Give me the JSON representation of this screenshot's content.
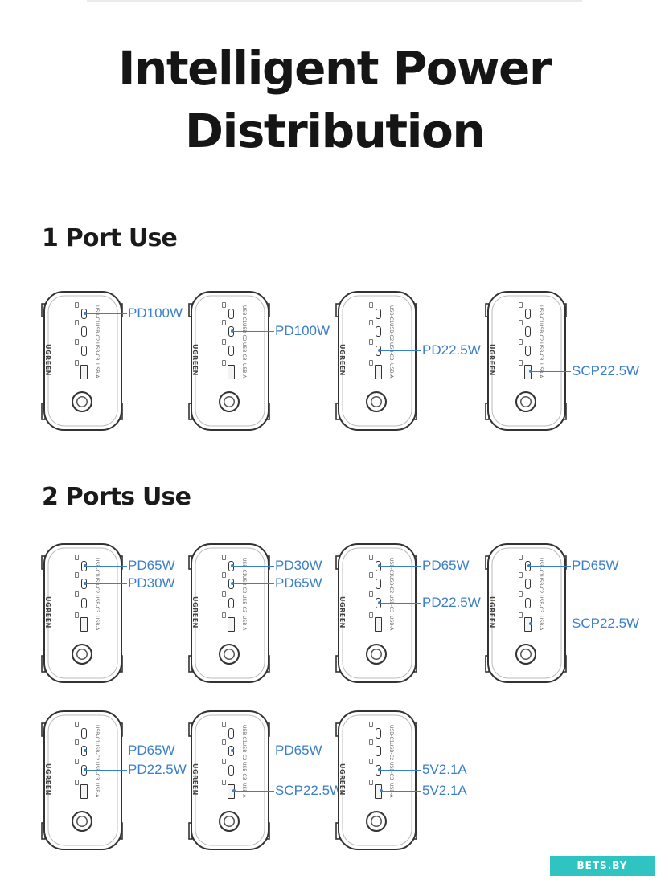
{
  "title": {
    "line1": "Intelligent Power",
    "line2": "Distribution"
  },
  "sections": [
    {
      "heading": "1 Port Use",
      "devices": [
        {
          "labels": [
            {
              "port": 0,
              "text": "PD100W"
            }
          ]
        },
        {
          "labels": [
            {
              "port": 1,
              "text": "PD100W"
            }
          ]
        },
        {
          "labels": [
            {
              "port": 2,
              "text": "PD22.5W"
            }
          ]
        },
        {
          "labels": [
            {
              "port": 3,
              "text": "SCP22.5W"
            }
          ]
        }
      ]
    },
    {
      "heading": "2 Ports Use",
      "devices": [
        {
          "labels": [
            {
              "port": 0,
              "text": "PD65W"
            },
            {
              "port": 1,
              "text": "PD30W"
            }
          ]
        },
        {
          "labels": [
            {
              "port": 0,
              "text": "PD30W"
            },
            {
              "port": 1,
              "text": "PD65W"
            }
          ]
        },
        {
          "labels": [
            {
              "port": 0,
              "text": "PD65W"
            },
            {
              "port": 2,
              "text": "PD22.5W"
            }
          ]
        },
        {
          "labels": [
            {
              "port": 0,
              "text": "PD65W"
            },
            {
              "port": 3,
              "text": "SCP22.5W"
            }
          ]
        },
        {
          "labels": [
            {
              "port": 1,
              "text": "PD65W"
            },
            {
              "port": 2,
              "text": "PD22.5W"
            }
          ]
        },
        {
          "labels": [
            {
              "port": 1,
              "text": "PD65W"
            },
            {
              "port": 3,
              "text": "SCP22.5W"
            }
          ]
        },
        {
          "labels": [
            {
              "port": 2,
              "text": "5V2.1A"
            },
            {
              "port": 3,
              "text": "5V2.1A"
            }
          ]
        }
      ]
    }
  ],
  "device": {
    "brand_text": "UGREEN",
    "port_names": [
      "USB-C1",
      "USB-C2",
      "USB-C3",
      "USB-A"
    ]
  },
  "watermark": "BETS.BY",
  "colors": {
    "label": "#3b7fc8",
    "outline": "#333333",
    "watermark": "#2fc3c1"
  }
}
